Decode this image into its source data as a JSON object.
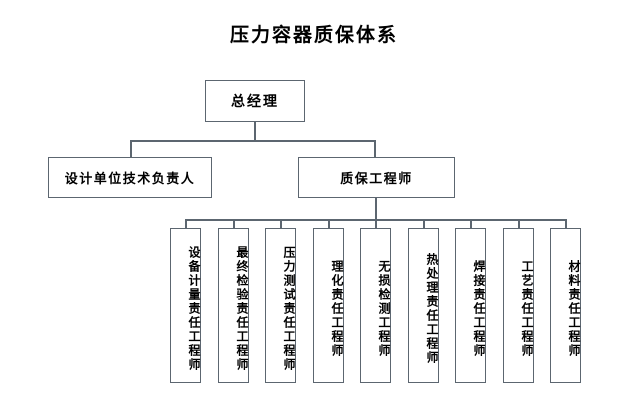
{
  "title": "压力容器质保体系",
  "org_chart": {
    "type": "hierarchy",
    "levels": 3,
    "root": {
      "label": "总经理"
    },
    "level2": [
      {
        "label": "设计单位技术负责人"
      },
      {
        "label": "质保工程师"
      }
    ],
    "level3_parent": "质保工程师",
    "level3": [
      {
        "label": "设备计量责任工程师"
      },
      {
        "label": "最终检验责任工程师"
      },
      {
        "label": "压力测试责任工程师"
      },
      {
        "label": "理化责任工程师"
      },
      {
        "label": "无损检测工程师"
      },
      {
        "label": "热处理责任工程师"
      },
      {
        "label": "焊接责任工程师"
      },
      {
        "label": "工艺责任工程师"
      },
      {
        "label": "材料责任工程师"
      }
    ]
  },
  "colors": {
    "border": "#5c6670",
    "text": "#000000",
    "background": "#ffffff"
  }
}
